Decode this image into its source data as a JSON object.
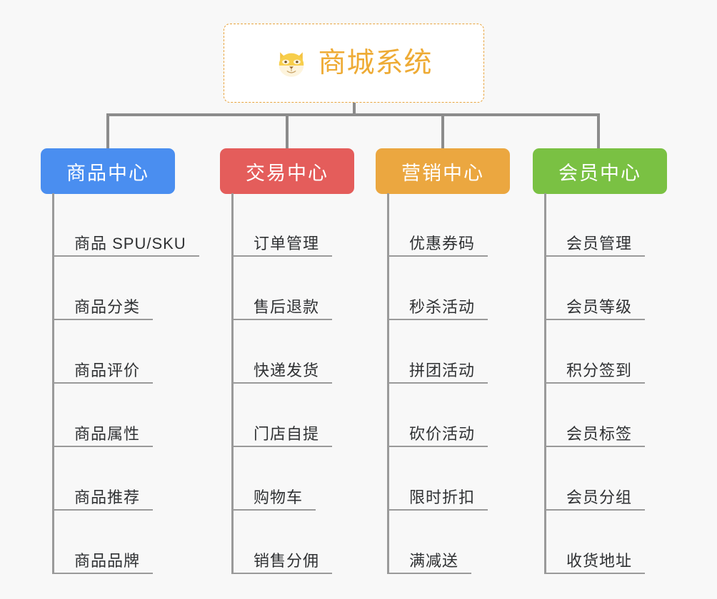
{
  "background_color": "#f8f8f8",
  "connector_color": "#8c8c8c",
  "root": {
    "title": "商城系统",
    "icon": "shiba-dog-icon",
    "text_color": "#eeab35",
    "border_color": "#e8a33d",
    "background_color": "#ffffff"
  },
  "categories": [
    {
      "label": "商品中心",
      "color": "#4a8ef0",
      "items": [
        "商品 SPU/SKU",
        "商品分类",
        "商品评价",
        "商品属性",
        "商品推荐",
        "商品品牌"
      ]
    },
    {
      "label": "交易中心",
      "color": "#e45d5b",
      "items": [
        "订单管理",
        "售后退款",
        "快递发货",
        "门店自提",
        "购物车",
        "销售分佣"
      ]
    },
    {
      "label": "营销中心",
      "color": "#eba740",
      "items": [
        "优惠券码",
        "秒杀活动",
        "拼团活动",
        "砍价活动",
        "限时折扣",
        "满减送"
      ]
    },
    {
      "label": "会员中心",
      "color": "#7ac143",
      "items": [
        "会员管理",
        "会员等级",
        "积分签到",
        "会员标签",
        "会员分组",
        "收货地址"
      ]
    }
  ]
}
